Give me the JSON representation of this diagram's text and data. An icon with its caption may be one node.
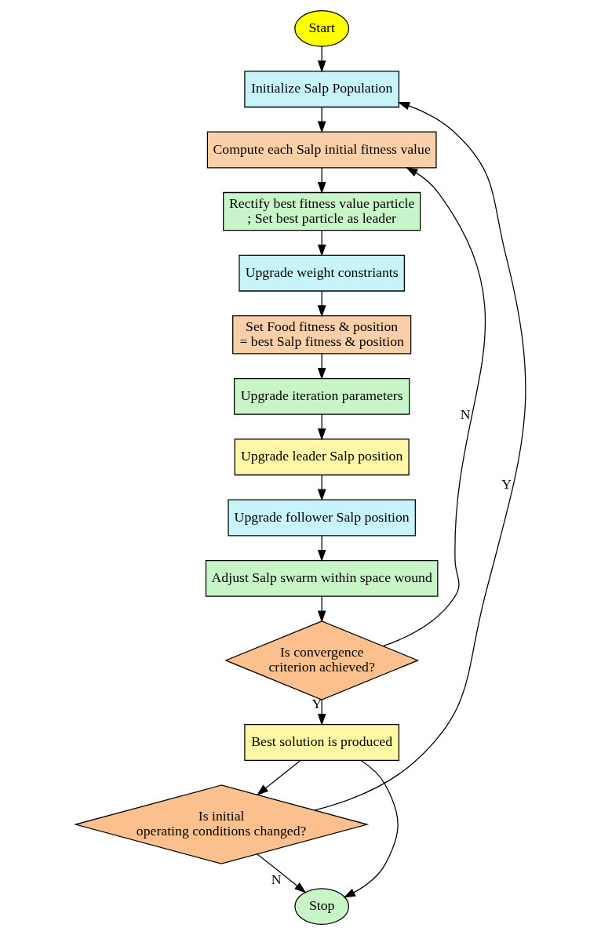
{
  "diagram": {
    "nodes": [
      {
        "text": [
          "Start"
        ]
      },
      {
        "text": [
          "Initialize Salp Population"
        ]
      },
      {
        "text": [
          "Compute each Salp initial fitness value"
        ]
      },
      {
        "text": [
          "Rectify best fitness value particle ; Set best particle as leader"
        ]
      },
      {
        "text": [
          "Upgrade weight constriants"
        ]
      },
      {
        "text": [
          "Set Food fitness & position = best Salp fitness & position"
        ]
      },
      {
        "text": [
          "Upgrade iteration parameters"
        ]
      },
      {
        "text": [
          "Upgrade leader Salp position"
        ]
      },
      {
        "text": [
          "Upgrade follower Salp position"
        ]
      },
      {
        "text": [
          "Adjust Salp swarm within space wound"
        ]
      },
      {
        "text": [
          "Is convergence criterion achieved?"
        ]
      },
      {
        "text": [
          "Best solution is produced"
        ]
      },
      {
        "text": [
          "Is initial operating conditions changed?"
        ]
      },
      {
        "text": [
          "Stop"
        ]
      }
    ],
    "edges": [
      {
        "from": 0,
        "to": 1,
        "arrow": "to"
      },
      {
        "from": 1,
        "to": 2,
        "arrow": "to"
      },
      {
        "from": 2,
        "to": 3,
        "arrow": "to"
      },
      {
        "from": 3,
        "to": 4,
        "arrow": "to"
      },
      {
        "from": 4,
        "to": 5,
        "arrow": "to"
      },
      {
        "from": 5,
        "to": 6,
        "arrow": "to"
      },
      {
        "from": 6,
        "to": 7,
        "arrow": "to"
      },
      {
        "from": 7,
        "to": 8,
        "arrow": "to"
      },
      {
        "from": 8,
        "to": 9,
        "arrow": "to"
      },
      {
        "from": 9,
        "to": 10,
        "arrow": "to"
      },
      {
        "from": 10,
        "to": 2,
        "label": "N",
        "arrow": "to"
      },
      {
        "from": 10,
        "to": 11,
        "label": "Y",
        "arrow": "to"
      },
      {
        "from": 11,
        "to": 12,
        "arrow": "to"
      },
      {
        "from": 12,
        "to": 1,
        "label": "Y",
        "arrow": "to"
      },
      {
        "from": 12,
        "to": 13,
        "label": "N",
        "arrow": "to"
      },
      {
        "from": 11,
        "to": 13,
        "arrow": "to"
      }
    ]
  }
}
